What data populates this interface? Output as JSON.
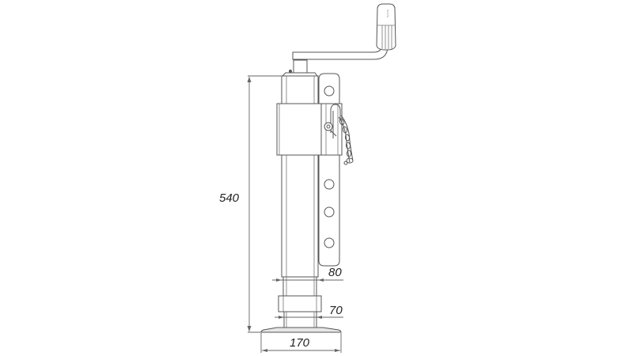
{
  "drawing": {
    "subject": "trailer support leg / jockey stand with crank handle",
    "units": "mm",
    "line_color": "#555555",
    "background": "#ffffff"
  },
  "dimensions": {
    "height": {
      "label": "540",
      "orientation": "vertical"
    },
    "tube_diameter": {
      "label": "80",
      "orientation": "horizontal"
    },
    "inner_tube_diameter": {
      "label": "70",
      "orientation": "horizontal"
    },
    "foot_width": {
      "label": "170",
      "orientation": "horizontal"
    }
  },
  "parts": {
    "crank_handle": "crank-handle",
    "handle_grip": "handle-grip",
    "outer_tube": "outer-tube",
    "clamp_bracket": "clamp-bracket",
    "mounting_plate": "mounting-plate-with-holes",
    "locking_pin": "locking-pin",
    "chain": "safety-chain",
    "collar": "collar",
    "foot_plate": "foot-plate"
  }
}
